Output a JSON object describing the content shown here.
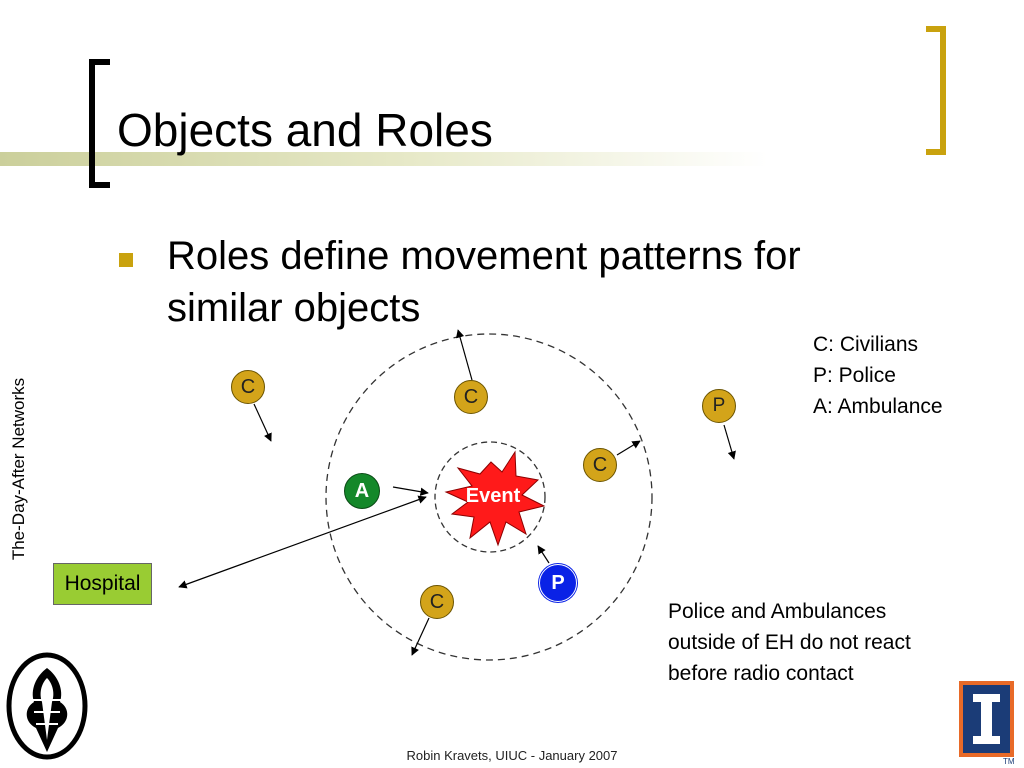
{
  "slide": {
    "title": "Objects and Roles",
    "bullet": "Roles define movement patterns for similar objects",
    "side_label": "The-Day-After Networks",
    "footer": "Robin Kravets, UIUC - January 2007"
  },
  "legend": {
    "lines": [
      "C: Civilians",
      "P: Police",
      "A: Ambulance"
    ]
  },
  "note": {
    "lines": [
      "Police and Ambulances",
      "outside of EH do not react",
      "before radio contact"
    ]
  },
  "diagram": {
    "event_label": "Event",
    "hospital_label": "Hospital",
    "nodes": [
      {
        "id": "civ-1",
        "label": "C",
        "role": "civilian"
      },
      {
        "id": "civ-2",
        "label": "C",
        "role": "civilian"
      },
      {
        "id": "civ-3",
        "label": "C",
        "role": "civilian"
      },
      {
        "id": "civ-4",
        "label": "C",
        "role": "civilian"
      },
      {
        "id": "police-out",
        "label": "P",
        "role": "police"
      },
      {
        "id": "ambulance",
        "label": "A",
        "role": "ambulance"
      },
      {
        "id": "police-in",
        "label": "P",
        "role": "police"
      }
    ]
  },
  "colors": {
    "accent_gold": "#c9a20e",
    "title_band": "#cbcf9b",
    "civilian": "#d3a41a",
    "ambulance": "#14882a",
    "police_inner": "#0a22e6",
    "event": "#ff1a1a",
    "hospital": "#99cc33"
  },
  "icons": {
    "left_logo": "phoenix-emblem-icon",
    "right_logo": "illinois-i-logo-icon"
  }
}
